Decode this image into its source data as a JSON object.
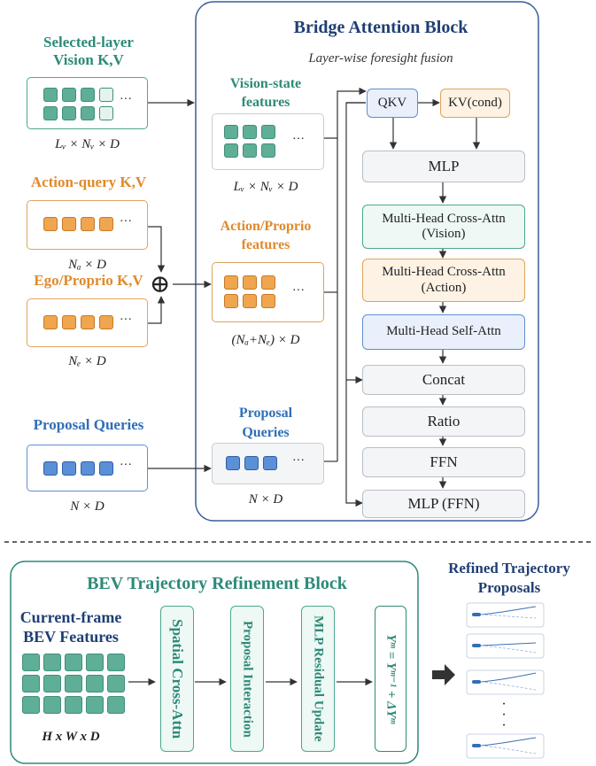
{
  "top": {
    "bridge_title": "Bridge Attention Block",
    "bridge_subtitle": "Layer-wise foresight fusion"
  },
  "inputs": {
    "vision_title_line1": "Selected-layer",
    "vision_title_line2": "Vision K,V",
    "vision_dim": "Lᵥ × Nᵥ × D",
    "action_title": "Action-query K,V",
    "action_dim": "Nₐ × D",
    "ego_title": "Ego/Proprio K,V",
    "ego_dim": "Nₑ × D",
    "proposal_title": "Proposal Queries",
    "proposal_dim": "N × D",
    "oplus": "⊕",
    "ellipsis": "···"
  },
  "features": {
    "vision_line1": "Vision-state",
    "vision_line2": "features",
    "vision_dim": "Lᵥ × Nᵥ × D",
    "action_line1": "Action/Proprio",
    "action_line2": "features",
    "action_dim": "(Nₐ+Nₑ) × D",
    "proposal_line1": "Proposal",
    "proposal_line2": "Queries",
    "proposal_dim": "N × D"
  },
  "pipeline": {
    "qkv": "QKV",
    "kv_cond": "KV(cond)",
    "mlp": "MLP",
    "cross_vision_line1": "Multi-Head Cross-Attn",
    "cross_vision_line2": "(Vision)",
    "cross_action_line1": "Multi-Head Cross-Attn",
    "cross_action_line2": "(Action)",
    "self_attn": "Multi-Head Self-Attn",
    "concat": "Concat",
    "ratio": "Ratio",
    "ffn": "FFN",
    "mlp_ffn": "MLP (FFN)"
  },
  "bev": {
    "title": "BEV Trajectory Refinement Block",
    "features_line1": "Current-frame",
    "features_line2": "BEV Features",
    "dim": "H x W x D",
    "step1": "Spatial Cross-Attn",
    "step2": "Proposal Interaction",
    "step3": "MLP Residual Update",
    "step4": "Yᵐ = Yᵐ⁻¹ + ΔYᵐ"
  },
  "output": {
    "title_line1": "Refined Trajectory",
    "title_line2": "Proposals",
    "dots": "·\n·\n·"
  },
  "colors": {
    "green": "#2d8a78",
    "orange": "#e08a2c",
    "blue": "#2f6fb8",
    "navy": "#1f3f73",
    "token_green": "#5fae98",
    "token_orange": "#efa64f",
    "token_blue": "#5b8fd6"
  }
}
